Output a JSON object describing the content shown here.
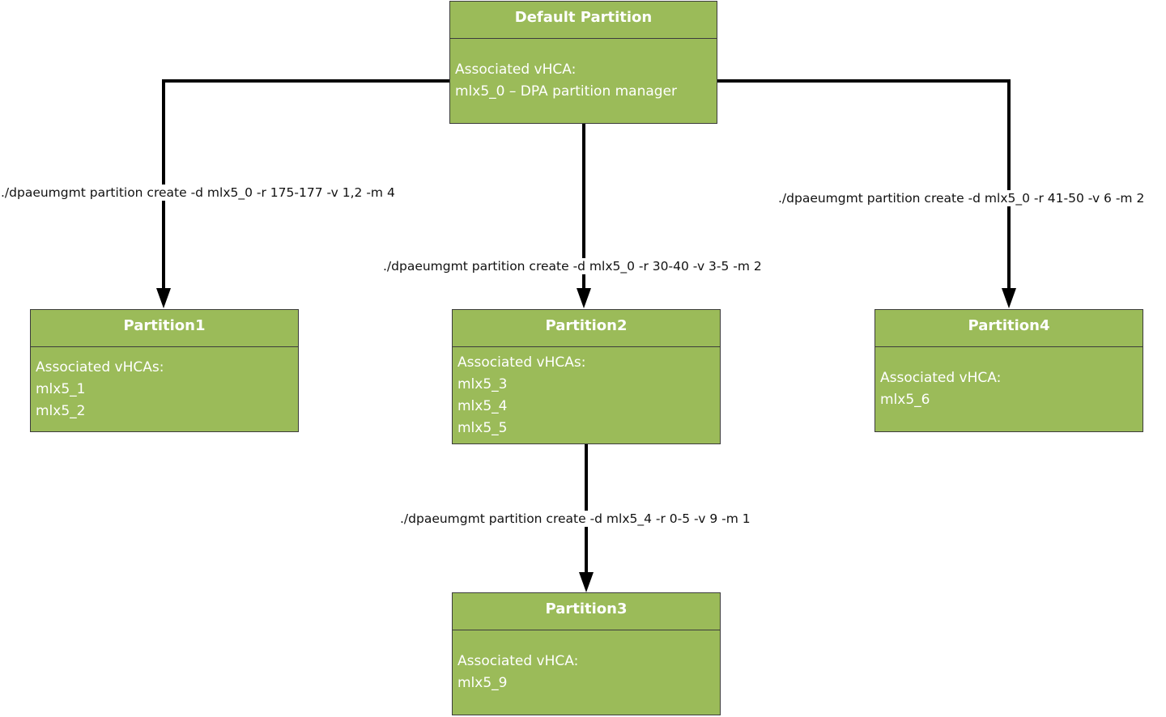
{
  "colors": {
    "box_fill": "#9bbb59",
    "box_border": "#3c3c3c",
    "box_text": "#ffffff",
    "connector": "#000000"
  },
  "default_partition": {
    "title": "Default Partition",
    "lines": [
      "Associated vHCA:",
      "mlx5_0 – DPA partition manager"
    ]
  },
  "partition1": {
    "title": "Partition1",
    "lines": [
      "Associated vHCAs:",
      "mlx5_1",
      "mlx5_2"
    ]
  },
  "partition2": {
    "title": "Partition2",
    "lines": [
      "Associated vHCAs:",
      "mlx5_3",
      "mlx5_4",
      "mlx5_5"
    ]
  },
  "partition3": {
    "title": "Partition3",
    "lines": [
      "Associated vHCA:",
      "mlx5_9"
    ]
  },
  "partition4": {
    "title": "Partition4",
    "lines": [
      "Associated vHCA:",
      "mlx5_6"
    ]
  },
  "commands": {
    "to_partition1": "./dpaeumgmt partition create -d mlx5_0 -r 175-177 -v 1,2 -m 4",
    "to_partition2": "./dpaeumgmt partition create -d mlx5_0 -r 30-40 -v 3-5 -m 2",
    "to_partition4": "./dpaeumgmt partition create -d mlx5_0 -r 41-50 -v 6 -m 2",
    "to_partition3": "./dpaeumgmt partition create -d mlx5_4 -r 0-5 -v 9 -m 1"
  }
}
